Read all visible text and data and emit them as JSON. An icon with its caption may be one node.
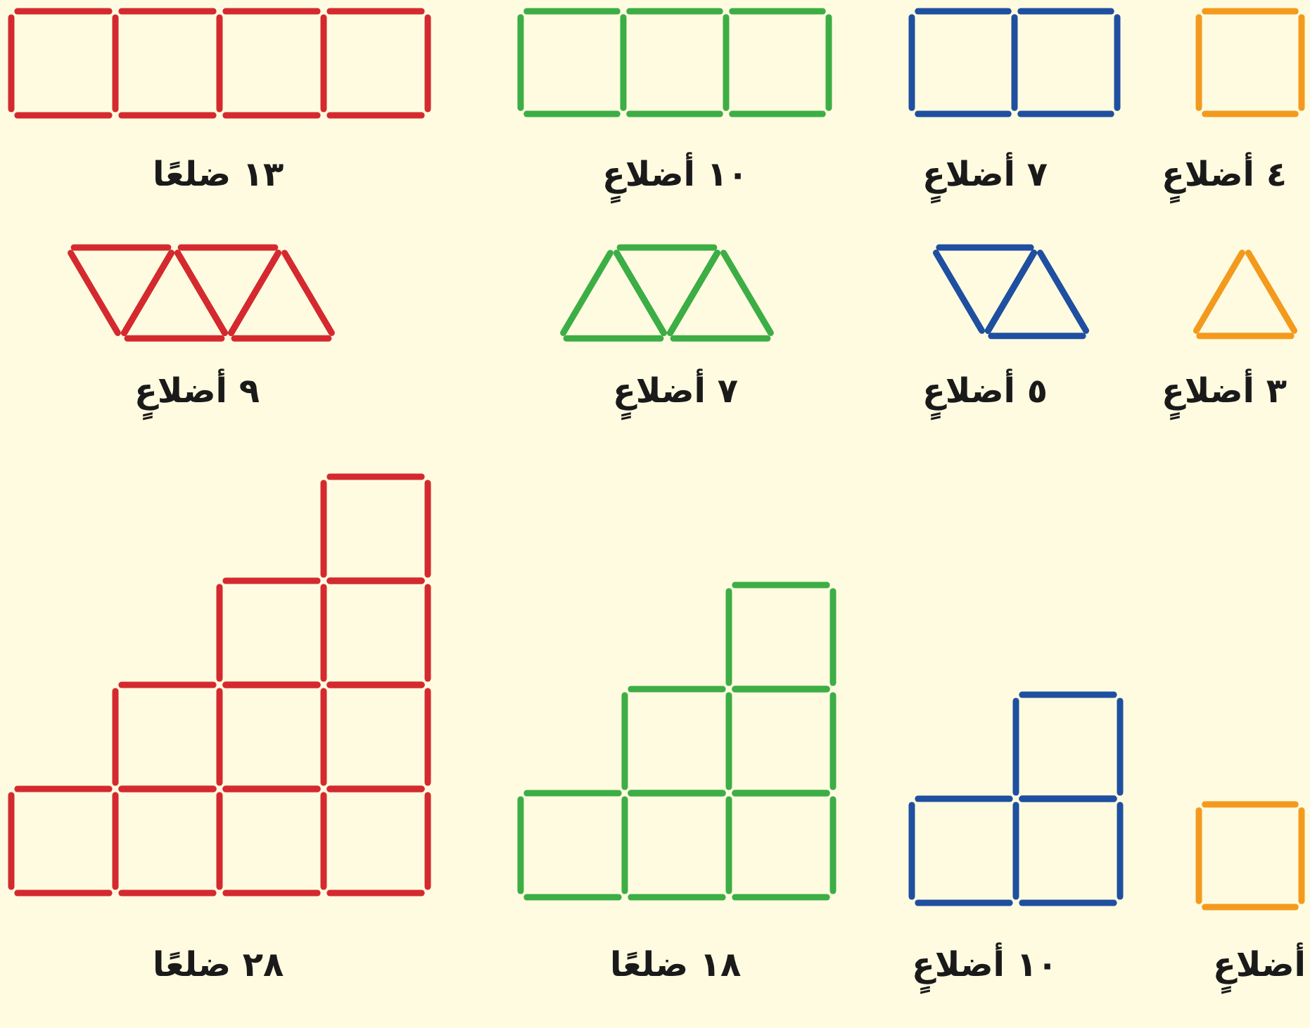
{
  "diagram": {
    "labels": [
      "٤ أضلاعٍ",
      "٧ أضلاعٍ",
      "١٠ أضلاعٍ",
      "١٣ ضلعًا",
      "٣ أضلاعٍ",
      "٥ أضلاعٍ",
      "٧ أضلاعٍ",
      "٩ أضلاعٍ",
      "أضلاعٍ",
      "١٠ أضلاعٍ",
      "١٨ ضلعًا",
      "٢٨ ضلعًا"
    ]
  }
}
